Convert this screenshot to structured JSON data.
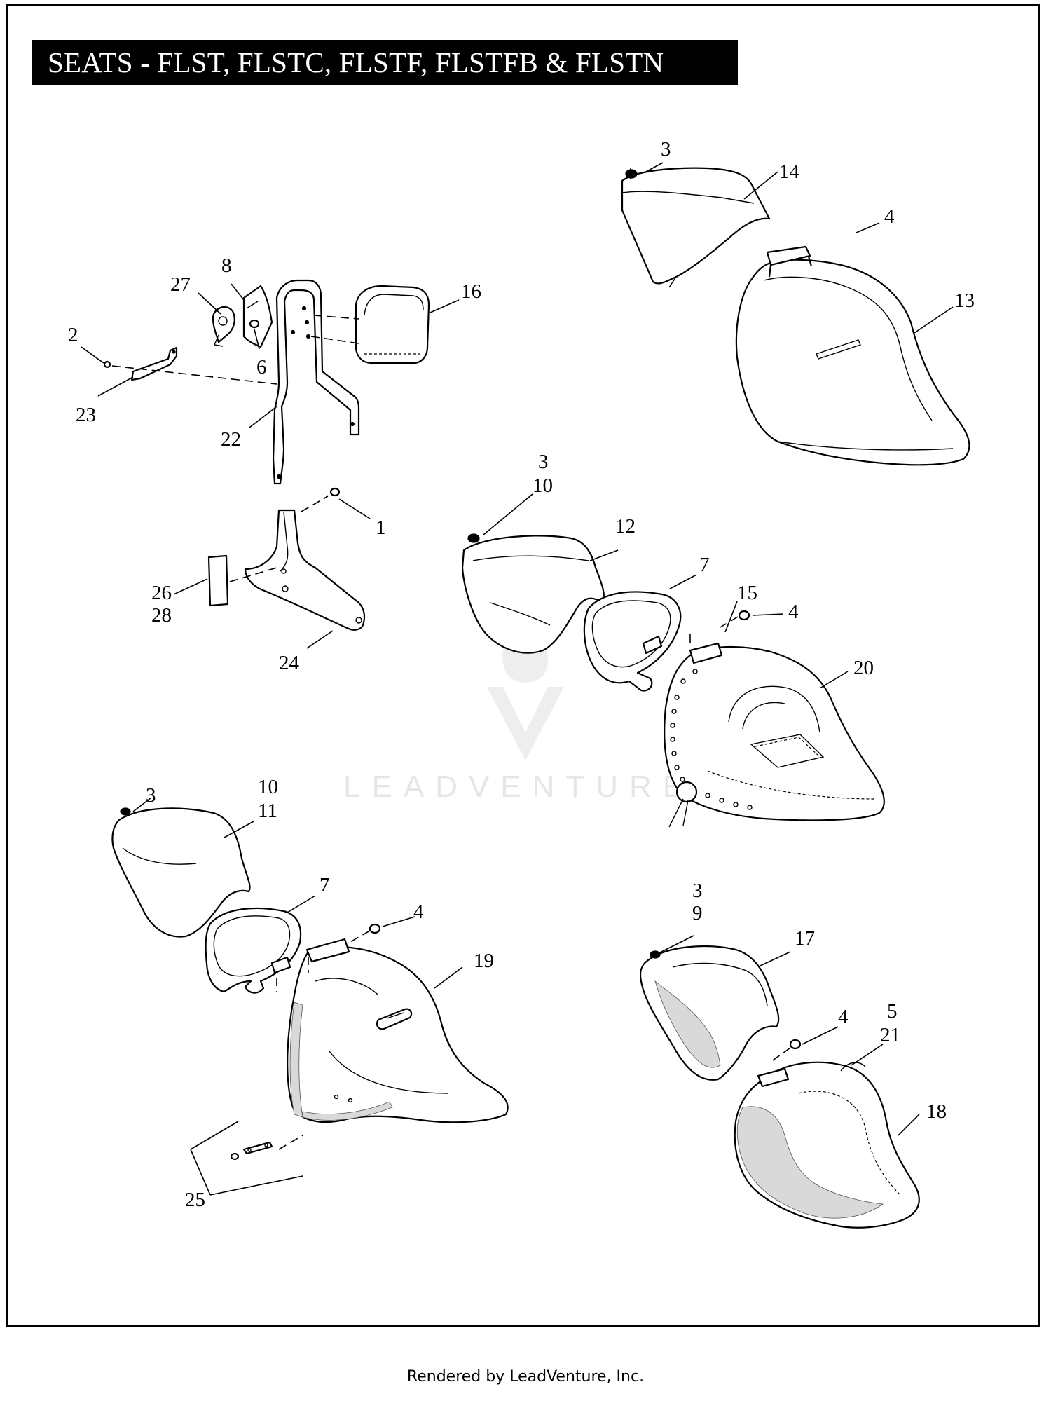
{
  "title": "SEATS - FLST, FLSTC, FLSTF, FLSTFB & FLSTN",
  "watermark": "LEADVENTURE",
  "footer": "Rendered by LeadVenture, Inc.",
  "callouts": {
    "c1": "1",
    "c2": "2",
    "c3a": "3",
    "c3b": "3",
    "c3c": "3",
    "c3d": "3",
    "c4a": "4",
    "c4b": "4",
    "c4c": "4",
    "c4d": "4",
    "c5": "5",
    "c6": "6",
    "c7a": "7",
    "c7b": "7",
    "c8": "8",
    "c9": "9",
    "c10a": "10",
    "c10b": "10",
    "c11": "11",
    "c12": "12",
    "c13": "13",
    "c14": "14",
    "c15": "15",
    "c16": "16",
    "c17": "17",
    "c18": "18",
    "c19": "19",
    "c20": "20",
    "c21": "21",
    "c22": "22",
    "c23": "23",
    "c24": "24",
    "c25": "25",
    "c26": "26",
    "c27": "27",
    "c28": "28"
  }
}
